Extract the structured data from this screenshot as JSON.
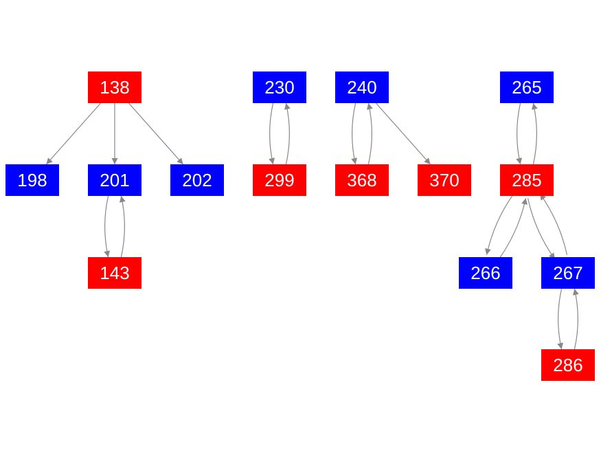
{
  "colors": {
    "red": "#ff0000",
    "blue": "#0000ff",
    "edge": "#888888",
    "text": "#ffffff"
  },
  "nodes": [
    {
      "id": "138",
      "label": "138",
      "color": "red"
    },
    {
      "id": "198",
      "label": "198",
      "color": "blue"
    },
    {
      "id": "201",
      "label": "201",
      "color": "blue"
    },
    {
      "id": "202",
      "label": "202",
      "color": "blue"
    },
    {
      "id": "143",
      "label": "143",
      "color": "red"
    },
    {
      "id": "230",
      "label": "230",
      "color": "blue"
    },
    {
      "id": "299",
      "label": "299",
      "color": "red"
    },
    {
      "id": "240",
      "label": "240",
      "color": "blue"
    },
    {
      "id": "368",
      "label": "368",
      "color": "red"
    },
    {
      "id": "370",
      "label": "370",
      "color": "red"
    },
    {
      "id": "265",
      "label": "265",
      "color": "blue"
    },
    {
      "id": "285",
      "label": "285",
      "color": "red"
    },
    {
      "id": "266",
      "label": "266",
      "color": "blue"
    },
    {
      "id": "267",
      "label": "267",
      "color": "blue"
    },
    {
      "id": "286",
      "label": "286",
      "color": "red"
    }
  ],
  "edges": [
    {
      "from": "138",
      "to": "198"
    },
    {
      "from": "138",
      "to": "201"
    },
    {
      "from": "138",
      "to": "202"
    },
    {
      "from": "201",
      "to": "143"
    },
    {
      "from": "143",
      "to": "201"
    },
    {
      "from": "230",
      "to": "299"
    },
    {
      "from": "299",
      "to": "230"
    },
    {
      "from": "240",
      "to": "368"
    },
    {
      "from": "368",
      "to": "240"
    },
    {
      "from": "240",
      "to": "370"
    },
    {
      "from": "265",
      "to": "285"
    },
    {
      "from": "285",
      "to": "265"
    },
    {
      "from": "285",
      "to": "266"
    },
    {
      "from": "266",
      "to": "285"
    },
    {
      "from": "285",
      "to": "267"
    },
    {
      "from": "267",
      "to": "285"
    },
    {
      "from": "267",
      "to": "286"
    },
    {
      "from": "286",
      "to": "267"
    }
  ]
}
